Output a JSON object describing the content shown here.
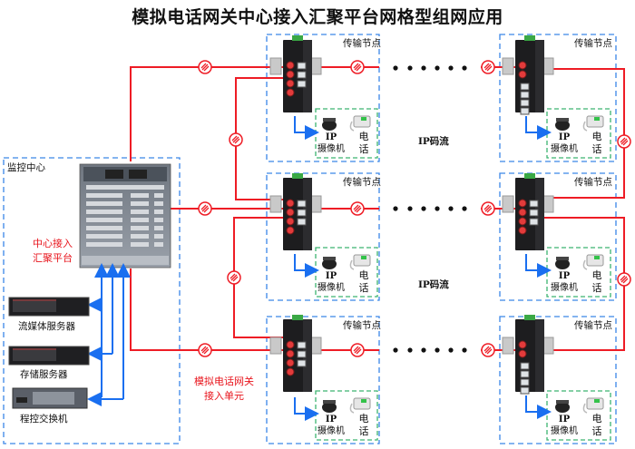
{
  "title": "模拟电话网关中心接入汇聚平台网格型组网应用",
  "monitoring_center": {
    "label": "监控中心",
    "aggregation_platform_label_line1": "中心接入",
    "aggregation_platform_label_line2": "汇聚平台",
    "servers": [
      {
        "label": "流媒体服务器",
        "icon": "rack-server-icon"
      },
      {
        "label": "存储服务器",
        "icon": "rack-server-icon"
      },
      {
        "label": "程控交换机",
        "icon": "pbx-switch-icon"
      }
    ]
  },
  "gateway_unit_label_line1": "模拟电话网关",
  "gateway_unit_label_line2": "接入单元",
  "ip_stream_label": "IP码流",
  "nodes": [
    {
      "title": "传输节点",
      "camera_top": "IP",
      "camera_bottom": "摄像机",
      "phone": "电话"
    },
    {
      "title": "传输节点",
      "camera_top": "IP",
      "camera_bottom": "摄像机",
      "phone": "电话"
    },
    {
      "title": "传输节点",
      "camera_top": "IP",
      "camera_bottom": "摄像机",
      "phone": "电话"
    },
    {
      "title": "传输节点",
      "camera_top": "IP",
      "camera_bottom": "摄像机",
      "phone": "电话"
    },
    {
      "title": "传输节点",
      "camera_top": "IP",
      "camera_bottom": "摄像机",
      "phone": "电话"
    },
    {
      "title": "传输节点",
      "camera_top": "IP",
      "camera_bottom": "摄像机",
      "phone": "电话"
    }
  ],
  "colors": {
    "fiber_line": "#ee1c25",
    "ethernet_arrow": "#1a6ff0",
    "node_border": "#3a86e8",
    "device_group_border": "#3cb371",
    "label_red": "#e8141c"
  }
}
